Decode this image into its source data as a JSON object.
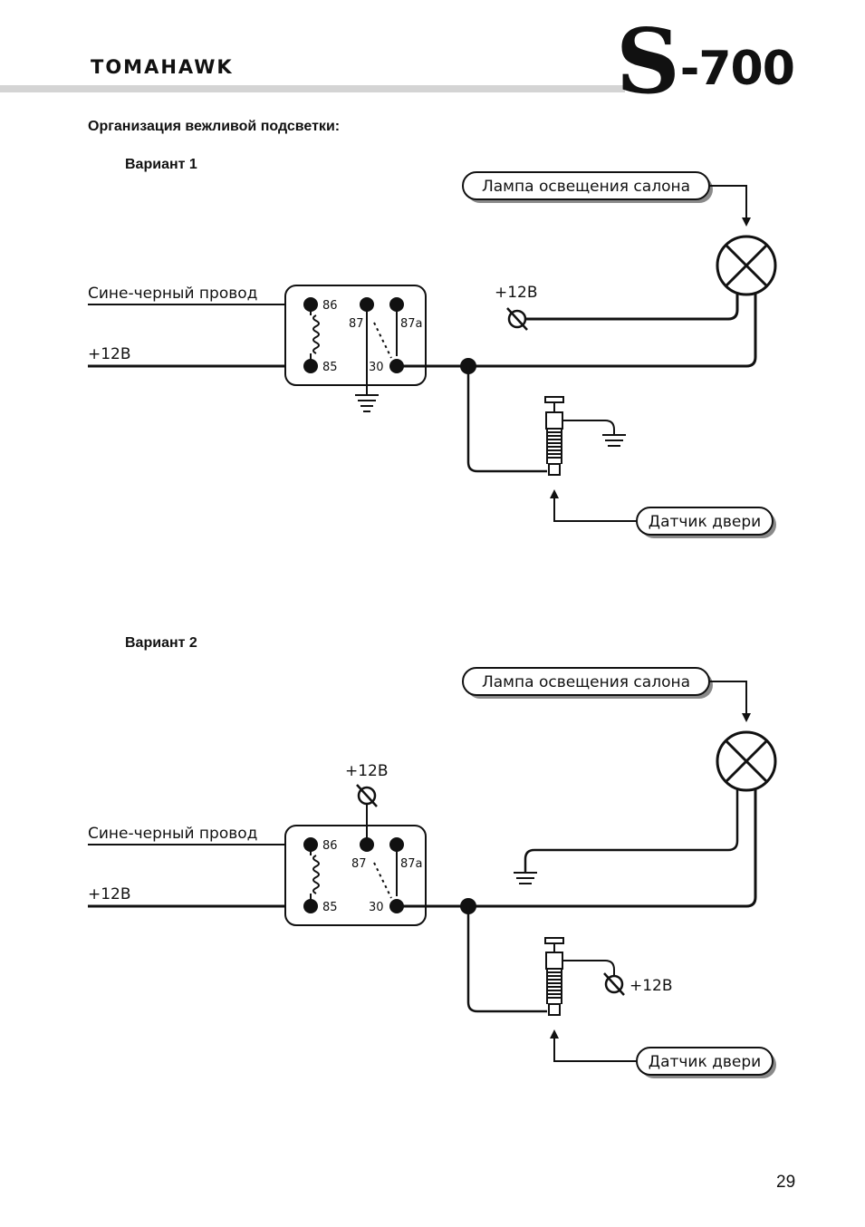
{
  "header": {
    "brand": "TOMAHAWK",
    "logo_letter": "S",
    "logo_model": "-700"
  },
  "heading": "Организация  вежливой подсветки:",
  "variants": [
    {
      "title": "Вариант 1",
      "lamp_label": "Лампа освещения салона",
      "wire_label": "Сине-черный провод",
      "supply_label": "+12В",
      "lamp_supply_label": "+12В",
      "door_sensor_label": "Датчик двери",
      "pins": {
        "p86": "86",
        "p85": "85",
        "p87": "87",
        "p87a": "87a",
        "p30": "30"
      }
    },
    {
      "title": "Вариант 2",
      "lamp_label": "Лампа освещения салона",
      "wire_label": "Сине-черный провод",
      "supply_label": "+12В",
      "relay_supply_label": "+12В",
      "switch_supply_label": "+12В",
      "door_sensor_label": "Датчик двери",
      "pins": {
        "p86": "86",
        "p85": "85",
        "p87": "87",
        "p87a": "87a",
        "p30": "30"
      }
    }
  ],
  "page_number": "29"
}
